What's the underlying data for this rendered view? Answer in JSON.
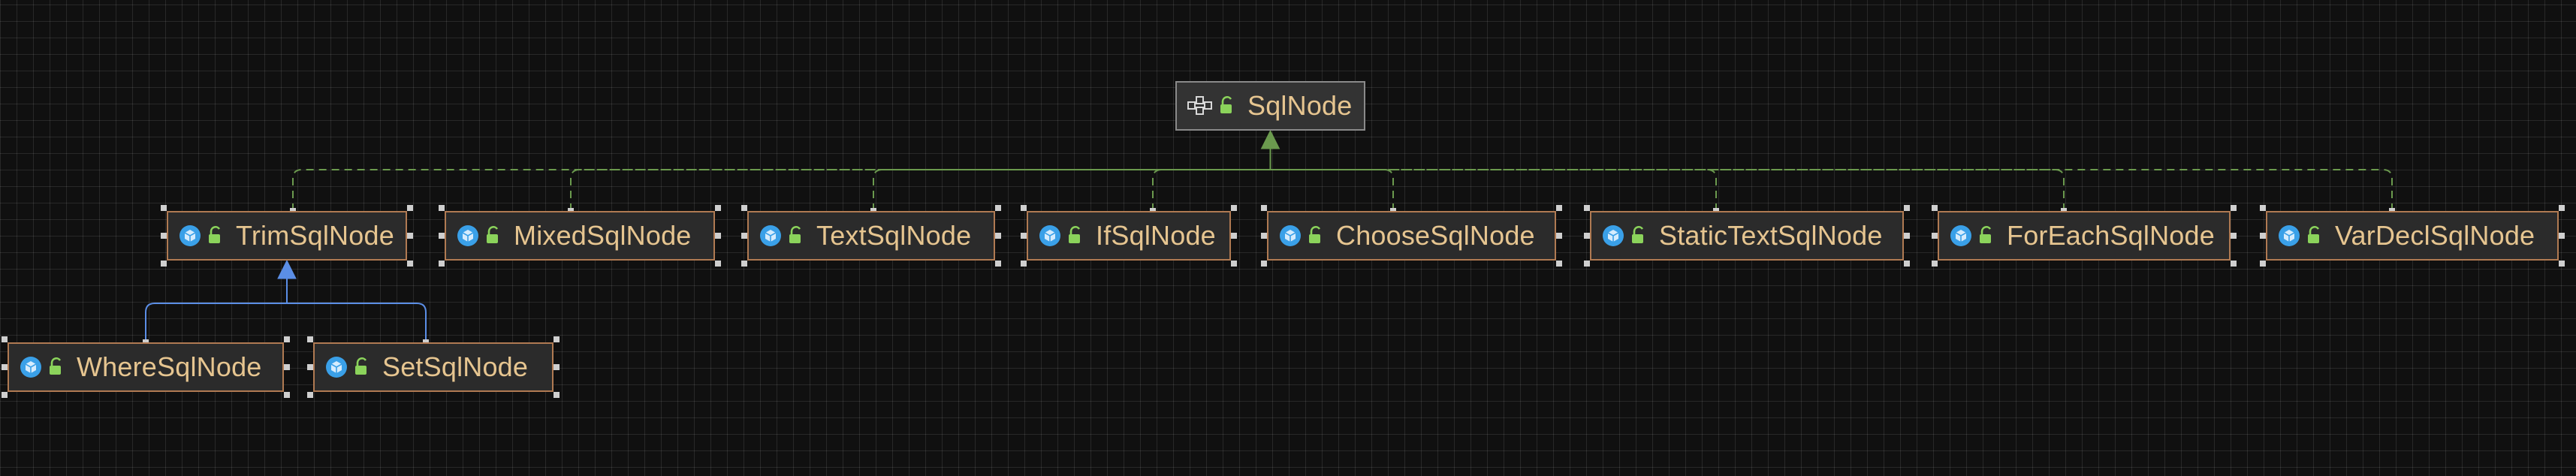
{
  "colors": {
    "implements_edge": "#6b9a4e",
    "extends_edge": "#5b8ee6",
    "class_border": "#b07a52",
    "label": "#e6c590"
  },
  "nodes": [
    {
      "id": "sqlnode",
      "label": "SqlNode",
      "kind": "interface",
      "icon": "interface-icon"
    },
    {
      "id": "trim",
      "label": "TrimSqlNode",
      "kind": "class",
      "icon": "class-icon"
    },
    {
      "id": "mixed",
      "label": "MixedSqlNode",
      "kind": "class",
      "icon": "class-icon"
    },
    {
      "id": "text",
      "label": "TextSqlNode",
      "kind": "class",
      "icon": "class-icon"
    },
    {
      "id": "if",
      "label": "IfSqlNode",
      "kind": "class",
      "icon": "class-icon"
    },
    {
      "id": "choose",
      "label": "ChooseSqlNode",
      "kind": "class",
      "icon": "class-icon"
    },
    {
      "id": "statictext",
      "label": "StaticTextSqlNode",
      "kind": "class",
      "icon": "class-icon"
    },
    {
      "id": "foreach",
      "label": "ForEachSqlNode",
      "kind": "class",
      "icon": "class-icon"
    },
    {
      "id": "vardecl",
      "label": "VarDeclSqlNode",
      "kind": "class",
      "icon": "class-icon"
    },
    {
      "id": "where",
      "label": "WhereSqlNode",
      "kind": "class",
      "icon": "class-icon"
    },
    {
      "id": "set",
      "label": "SetSqlNode",
      "kind": "class",
      "icon": "class-icon"
    }
  ],
  "edges": [
    {
      "from": "trim",
      "to": "sqlnode",
      "type": "implements"
    },
    {
      "from": "mixed",
      "to": "sqlnode",
      "type": "implements"
    },
    {
      "from": "text",
      "to": "sqlnode",
      "type": "implements"
    },
    {
      "from": "if",
      "to": "sqlnode",
      "type": "implements"
    },
    {
      "from": "choose",
      "to": "sqlnode",
      "type": "implements"
    },
    {
      "from": "statictext",
      "to": "sqlnode",
      "type": "implements"
    },
    {
      "from": "foreach",
      "to": "sqlnode",
      "type": "implements"
    },
    {
      "from": "vardecl",
      "to": "sqlnode",
      "type": "implements"
    },
    {
      "from": "where",
      "to": "trim",
      "type": "extends"
    },
    {
      "from": "set",
      "to": "trim",
      "type": "extends"
    }
  ]
}
